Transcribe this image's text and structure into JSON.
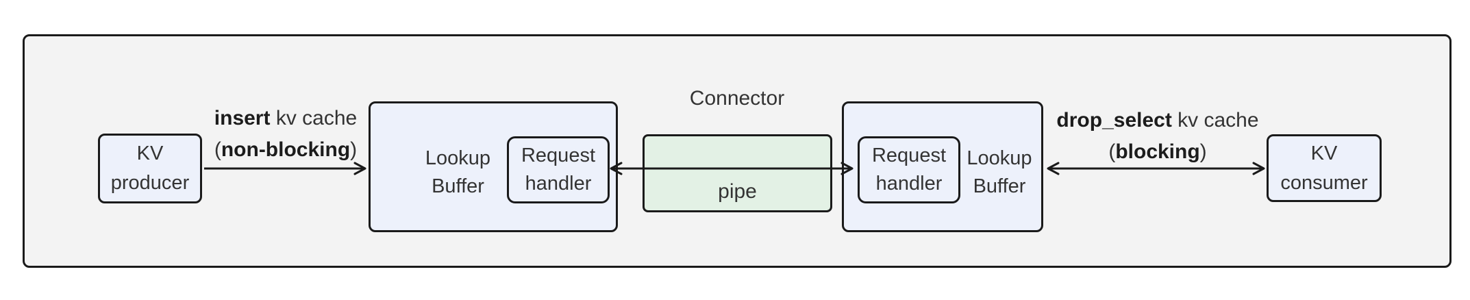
{
  "colors": {
    "canvas_bg": "#ffffff",
    "container_fill": "#f3f3f3",
    "node_fill": "#edf1fb",
    "pipe_fill": "#e3f1e5",
    "border": "#1a1a1a",
    "node_text": "#333333",
    "label_text": "#333333",
    "label_bold": "#1c1c1c"
  },
  "container": {
    "title": "Connector"
  },
  "nodes": {
    "kv_producer": {
      "line1": "KV",
      "line2": "producer"
    },
    "lookup_buffer_left": {
      "line1": "Lookup",
      "line2": "Buffer"
    },
    "request_handler_left": {
      "line1": "Request",
      "line2": "handler"
    },
    "pipe": {
      "label": "pipe"
    },
    "request_handler_right": {
      "line1": "Request",
      "line2": "handler"
    },
    "lookup_buffer_right": {
      "line1": "Lookup",
      "line2": "Buffer"
    },
    "kv_consumer": {
      "line1": "KV",
      "line2": "consumer"
    }
  },
  "edges": {
    "insert": {
      "bold1": "insert",
      "rest1": " kv cache",
      "open_paren": "(",
      "bold2": "non-blocking",
      "close_paren": ")"
    },
    "drop_select": {
      "bold1": "drop_select",
      "rest1": " kv cache",
      "open_paren": "(",
      "bold2": "blocking",
      "close_paren": ")"
    }
  }
}
